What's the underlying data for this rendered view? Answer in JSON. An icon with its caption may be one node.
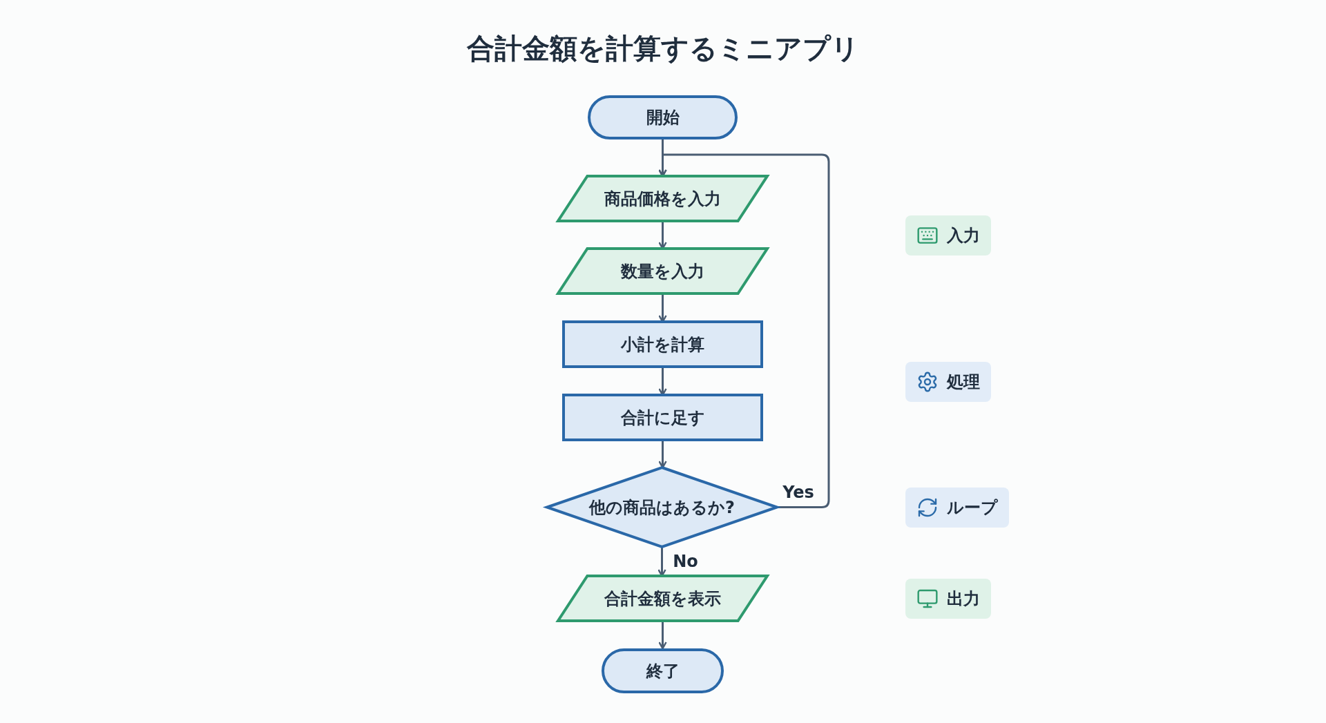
{
  "diagram": {
    "title": "合計金額を計算するミニアプリ",
    "nodes": [
      {
        "text": [
          "開始"
        ]
      },
      {
        "text": [
          "商品価格を入力"
        ]
      },
      {
        "text": [
          "数量を入力"
        ]
      },
      {
        "text": [
          "小計を計算"
        ]
      },
      {
        "text": [
          "合計に足す"
        ]
      },
      {
        "text": [
          "他の商品はあるか?"
        ]
      },
      {
        "text": [
          "合計金額を表示"
        ]
      },
      {
        "text": [
          "終了"
        ]
      }
    ],
    "edges": [
      {
        "from": 0,
        "to": 1,
        "arrow": "to"
      },
      {
        "from": 1,
        "to": 2,
        "arrow": "to"
      },
      {
        "from": 2,
        "to": 3,
        "arrow": "to"
      },
      {
        "from": 3,
        "to": 4,
        "arrow": "to"
      },
      {
        "from": 4,
        "to": 5,
        "arrow": "to"
      },
      {
        "from": 5,
        "to": 1,
        "arrow": "to",
        "label": "Yes"
      },
      {
        "from": 5,
        "to": 6,
        "arrow": "to",
        "label": "No"
      },
      {
        "from": 6,
        "to": 7,
        "arrow": "to"
      }
    ],
    "legend": [
      {
        "text": "入力",
        "color": "#dff2e8"
      },
      {
        "text": "処理",
        "color": "#e2ecf8"
      },
      {
        "text": "ループ",
        "color": "#e2ecf8"
      },
      {
        "text": "出力",
        "color": "#dff2e8"
      }
    ]
  }
}
